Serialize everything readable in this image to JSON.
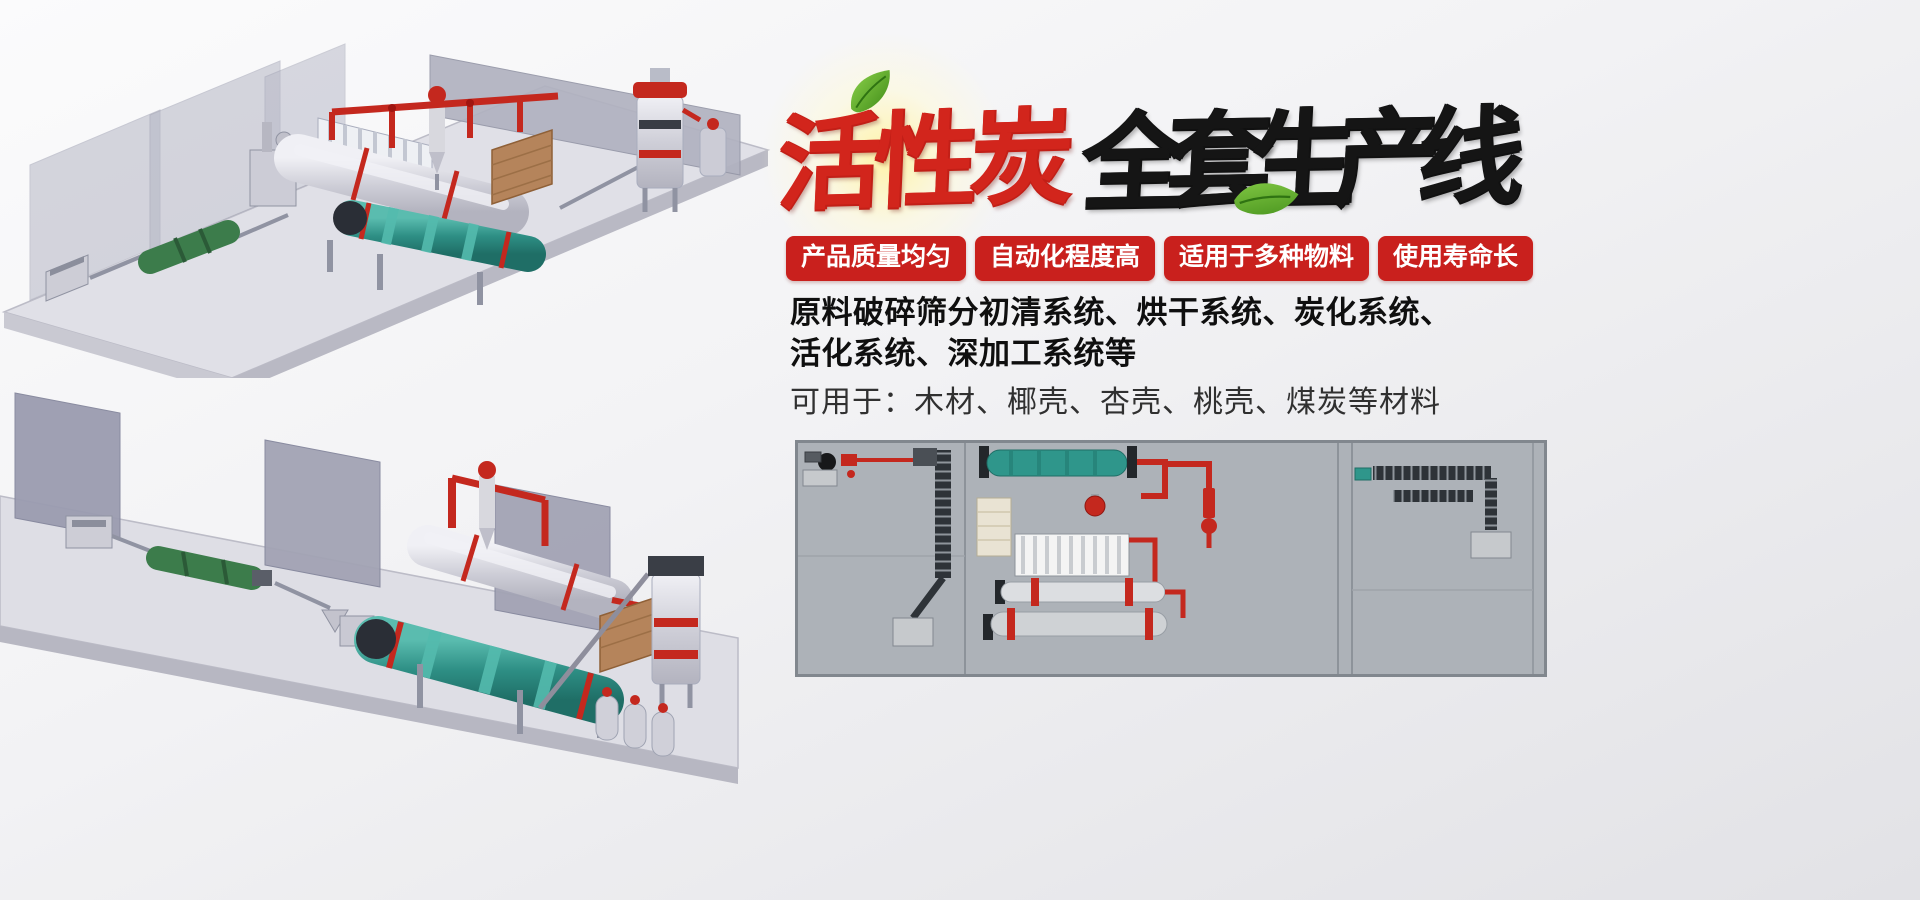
{
  "title": {
    "red": "活性炭",
    "black": "全套生产线"
  },
  "badges": [
    {
      "label": "产品质量均匀"
    },
    {
      "label": "自动化程度高"
    },
    {
      "label": "适用于多种物料"
    },
    {
      "label": "使用寿命长"
    }
  ],
  "description": {
    "line1": "原料破碎筛分初清系统、烘干系统、炭化系统、",
    "line2": "活化系统、深加工系统等",
    "line3": "可用于：木材、椰壳、杏壳、桃壳、煤炭等材料"
  },
  "colors": {
    "title_red": "#d2251c",
    "title_black": "#151515",
    "badge_red": "#c9201d",
    "leaf_green": "#63ab28",
    "machine_teal": "#2e8f85",
    "pipe_red": "#c4281e",
    "diagram_panel_gray": "#adb2b8"
  },
  "images": {
    "top_render": "production-line-3d-render-top",
    "bottom_render": "production-line-3d-render-bottom",
    "layout_diagram": "production-line-top-view-layout"
  }
}
